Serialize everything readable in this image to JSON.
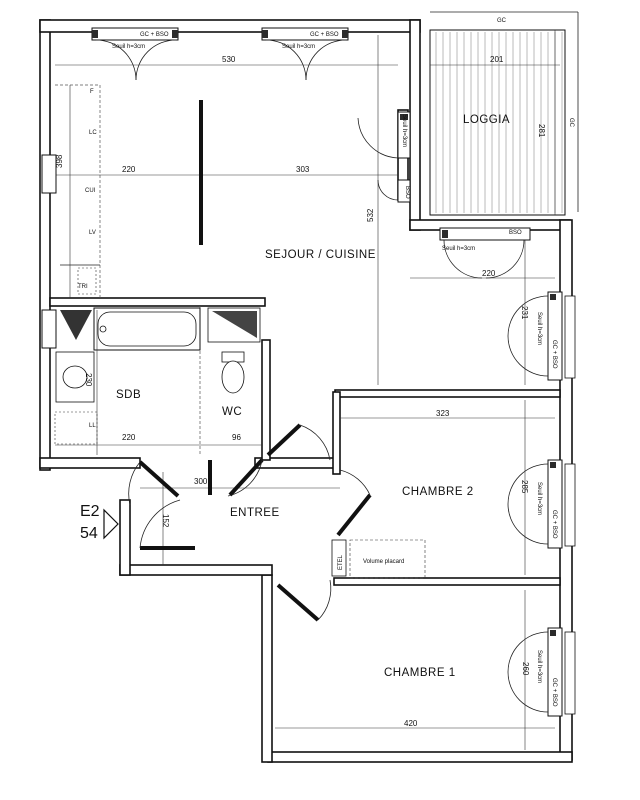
{
  "rooms": {
    "sejour": "SEJOUR / CUISINE",
    "loggia": "LOGGIA",
    "sdb": "SDB",
    "wc": "WC",
    "entree": "ENTREE",
    "chambre2": "CHAMBRE 2",
    "chambre1": "CHAMBRE 1"
  },
  "dimensions": {
    "d530": "530",
    "d220_top": "220",
    "d303": "303",
    "d398": "398",
    "d532": "532",
    "d201": "201",
    "d281": "281",
    "d220_right": "220",
    "d231": "231",
    "d230": "230",
    "d220_sdb": "220",
    "d96": "96",
    "d300": "300",
    "d152": "152",
    "d323": "323",
    "d285": "285",
    "d420": "420",
    "d260": "260"
  },
  "labels": {
    "gc_bso": "GC + BSO",
    "seuil": "Seuil h=3cm",
    "gc": "GC",
    "bso": "BSO",
    "f": "F",
    "lc": "LC",
    "cui": "CUI",
    "lv": "LV",
    "tri": "TRI",
    "ll": "LL",
    "etel": "ETEL",
    "volume_placard": "Volume placard"
  },
  "stair_tag": {
    "level": "E2",
    "number": "54"
  }
}
